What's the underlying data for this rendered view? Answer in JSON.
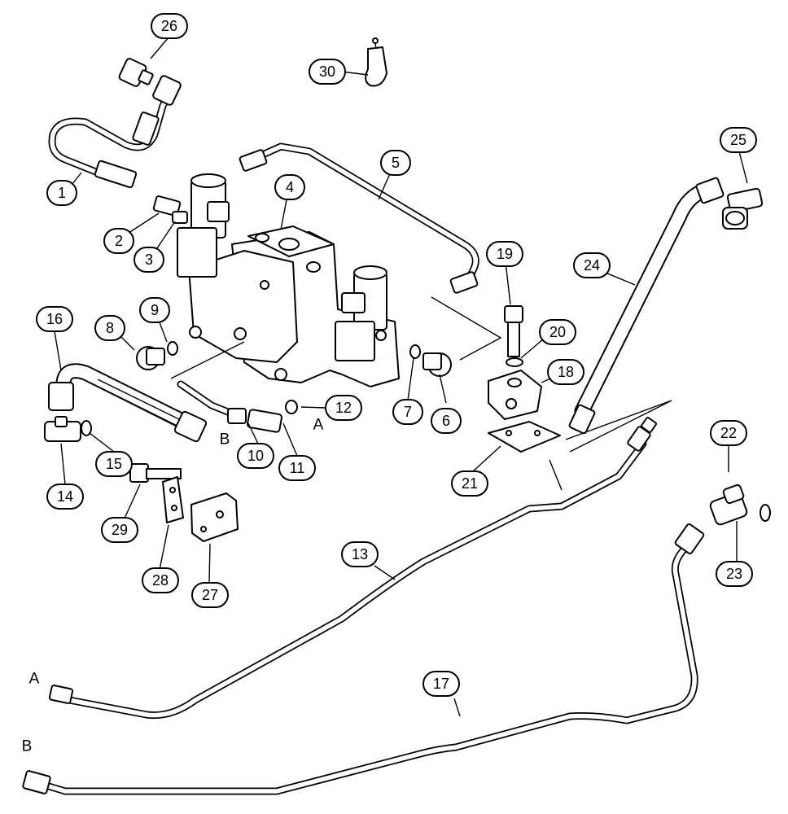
{
  "callouts": [
    {
      "id": "1",
      "label": "1"
    },
    {
      "id": "2",
      "label": "2"
    },
    {
      "id": "3",
      "label": "3"
    },
    {
      "id": "4",
      "label": "4"
    },
    {
      "id": "5",
      "label": "5"
    },
    {
      "id": "6",
      "label": "6"
    },
    {
      "id": "7",
      "label": "7"
    },
    {
      "id": "8",
      "label": "8"
    },
    {
      "id": "9",
      "label": "9"
    },
    {
      "id": "10",
      "label": "10"
    },
    {
      "id": "11",
      "label": "11"
    },
    {
      "id": "12",
      "label": "12"
    },
    {
      "id": "13",
      "label": "13"
    },
    {
      "id": "14",
      "label": "14"
    },
    {
      "id": "15",
      "label": "15"
    },
    {
      "id": "16",
      "label": "16"
    },
    {
      "id": "17",
      "label": "17"
    },
    {
      "id": "18",
      "label": "18"
    },
    {
      "id": "19",
      "label": "19"
    },
    {
      "id": "20",
      "label": "20"
    },
    {
      "id": "21",
      "label": "21"
    },
    {
      "id": "22",
      "label": "22"
    },
    {
      "id": "23",
      "label": "23"
    },
    {
      "id": "24",
      "label": "24"
    },
    {
      "id": "25",
      "label": "25"
    },
    {
      "id": "26",
      "label": "26"
    },
    {
      "id": "27",
      "label": "27"
    },
    {
      "id": "28",
      "label": "28"
    },
    {
      "id": "29",
      "label": "29"
    },
    {
      "id": "30",
      "label": "30"
    }
  ],
  "connection_letters": {
    "a_fitting": "A",
    "b_fitting": "B",
    "a_tube_end": "A",
    "b_tube_end": "B"
  }
}
